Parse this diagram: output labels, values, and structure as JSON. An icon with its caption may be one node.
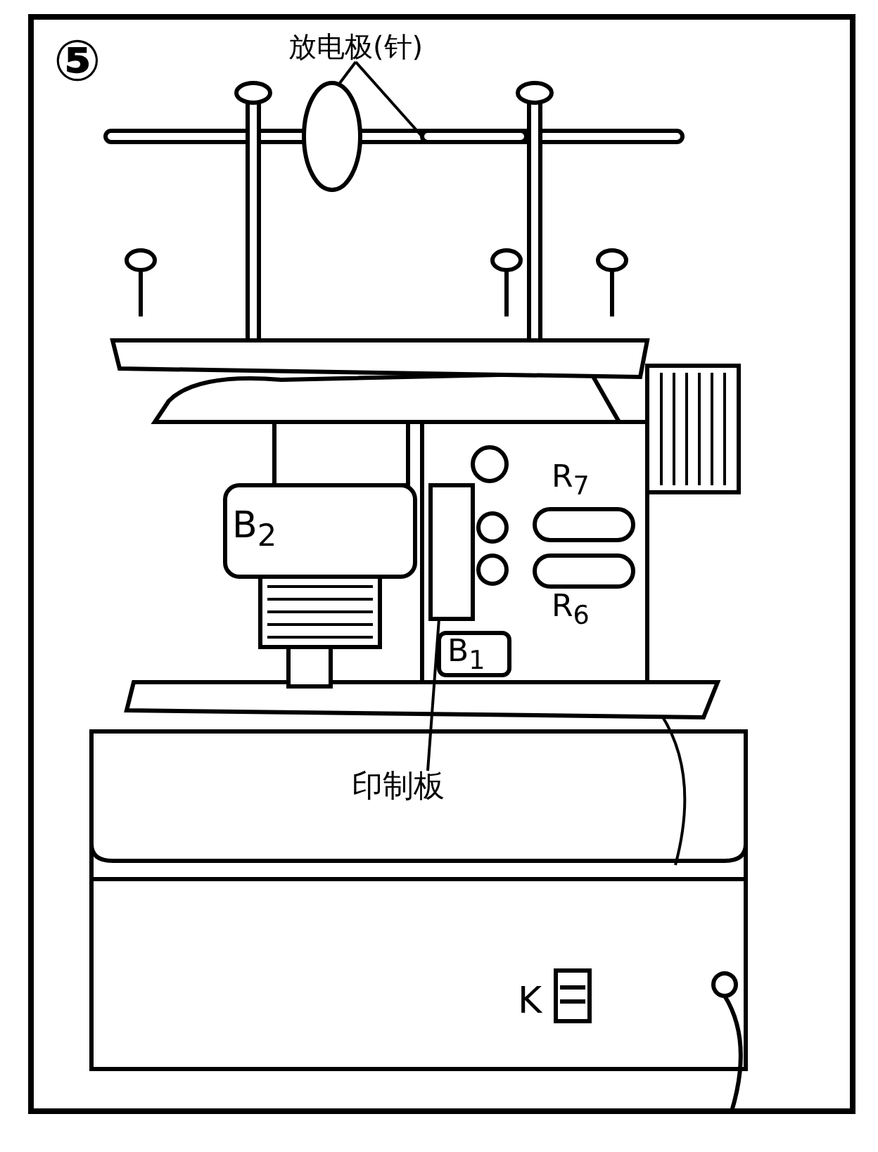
{
  "diagram": {
    "nodes": [
      {
        "text": [
          "放电极(针)"
        ]
      },
      {
        "text": [],
        "shape": "circle"
      },
      {
        "text": [],
        "shape": "bar"
      },
      {
        "text": [
          "印制板"
        ]
      },
      {
        "text": [],
        "shape": "box"
      }
    ],
    "edges": [
      {
        "from": 0,
        "to": 1,
        "arrow": "none"
      },
      {
        "from": 0,
        "to": 2,
        "arrow": "none"
      },
      {
        "from": 3,
        "to": 4,
        "arrow": "none"
      }
    ],
    "labels": [
      "⑤",
      "B$_{2}$",
      "R$_{7}$",
      "R$_{6}$",
      "B$_{1}$",
      "K"
    ]
  }
}
